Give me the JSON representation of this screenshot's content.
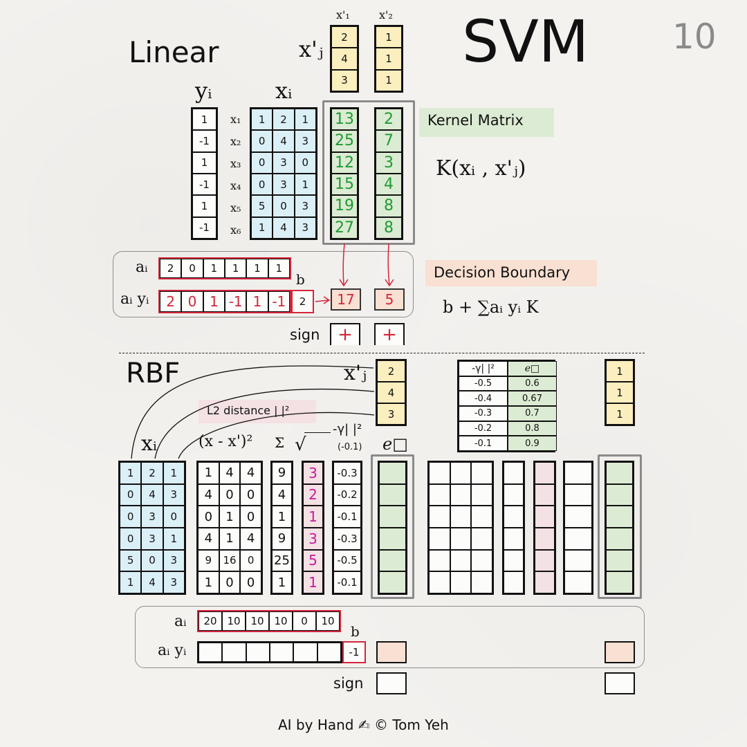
{
  "title": "SVM",
  "page_number": "10",
  "linear": {
    "label": "Linear",
    "y_header": "yᵢ",
    "x_header": "xᵢ",
    "y": [
      "1",
      "-1",
      "1",
      "-1",
      "1",
      "-1"
    ],
    "row_labels": [
      "x₁",
      "x₂",
      "x₃",
      "x₄",
      "x₅",
      "x₆"
    ],
    "x": [
      [
        "1",
        "2",
        "1"
      ],
      [
        "0",
        "4",
        "3"
      ],
      [
        "0",
        "3",
        "0"
      ],
      [
        "0",
        "3",
        "1"
      ],
      [
        "5",
        "0",
        "3"
      ],
      [
        "1",
        "4",
        "3"
      ]
    ],
    "xprime_label": "x'ⱼ",
    "xprime_headers": [
      "x'₁",
      "x'₂"
    ],
    "xprime": [
      [
        "2",
        "4",
        "3"
      ],
      [
        "1",
        "1",
        "1"
      ]
    ],
    "kernel": [
      [
        "13",
        "25",
        "12",
        "15",
        "19",
        "27"
      ],
      [
        "2",
        "7",
        "3",
        "4",
        "8",
        "8"
      ]
    ],
    "kernel_tag": "Kernel Matrix",
    "kernel_formula": "K(xᵢ , x'ⱼ)",
    "a_label": "aᵢ",
    "a": [
      "2",
      "0",
      "1",
      "1",
      "1",
      "1"
    ],
    "ay_label": "aᵢ yᵢ",
    "ay": [
      "2",
      "0",
      "1",
      "-1",
      "1",
      "-1"
    ],
    "b_label": "b",
    "b": "2",
    "decision": [
      "17",
      "5"
    ],
    "decision_tag": "Decision Boundary",
    "decision_formula": "b + ∑aᵢ yᵢ K",
    "sign_label": "sign",
    "sign": [
      "+",
      "+"
    ]
  },
  "rbf": {
    "label": "RBF",
    "xprime_label": "x'ⱼ",
    "xprime": [
      "2",
      "4",
      "3"
    ],
    "l2_tag": "L2 distance | |²",
    "x_header": "xᵢ",
    "x": [
      [
        "1",
        "2",
        "1"
      ],
      [
        "0",
        "4",
        "3"
      ],
      [
        "0",
        "3",
        "0"
      ],
      [
        "0",
        "3",
        "1"
      ],
      [
        "5",
        "0",
        "3"
      ],
      [
        "1",
        "4",
        "3"
      ]
    ],
    "diffsq_header": "(x - x')²",
    "diffsq": [
      [
        "1",
        "4",
        "4"
      ],
      [
        "4",
        "0",
        "0"
      ],
      [
        "0",
        "1",
        "0"
      ],
      [
        "4",
        "1",
        "4"
      ],
      [
        "9",
        "16",
        "0"
      ],
      [
        "1",
        "0",
        "0"
      ]
    ],
    "sum_header": "Σ",
    "sum": [
      "9",
      "4",
      "1",
      "9",
      "25",
      "1"
    ],
    "sqrt_header": "√",
    "sqrt": [
      "3",
      "2",
      "1",
      "3",
      "5",
      "1"
    ],
    "gamma_header": "-γ| |²",
    "gamma_sub": "(-0.1)",
    "gamma": [
      "-0.3",
      "-0.2",
      "-0.1",
      "-0.3",
      "-0.5",
      "-0.1"
    ],
    "exp_header": "e□",
    "lookup_headers": [
      "-γ| |²",
      "e□"
    ],
    "lookup": [
      [
        "-0.5",
        "0.6"
      ],
      [
        "-0.4",
        "0.67"
      ],
      [
        "-0.3",
        "0.7"
      ],
      [
        "-0.2",
        "0.8"
      ],
      [
        "-0.1",
        "0.9"
      ]
    ],
    "xprime2": [
      "1",
      "1",
      "1"
    ],
    "a_label": "aᵢ",
    "a": [
      "20",
      "10",
      "10",
      "10",
      "0",
      "10"
    ],
    "ay_label": "aᵢ yᵢ",
    "b_label": "b",
    "b": "-1",
    "sign_label": "sign"
  },
  "footer": "AI by Hand ✍ ©  Tom Yeh",
  "colors": {
    "blue": "#dbeff6",
    "yellow": "#fbeebf",
    "green": "#dcebd3",
    "pink": "#f4e1e4",
    "salmon": "#f8e0d2",
    "red": "#d4253a",
    "ink_green": "#1f9a34",
    "magenta": "#c8199c",
    "frame_gray": "#8a8a8a"
  }
}
